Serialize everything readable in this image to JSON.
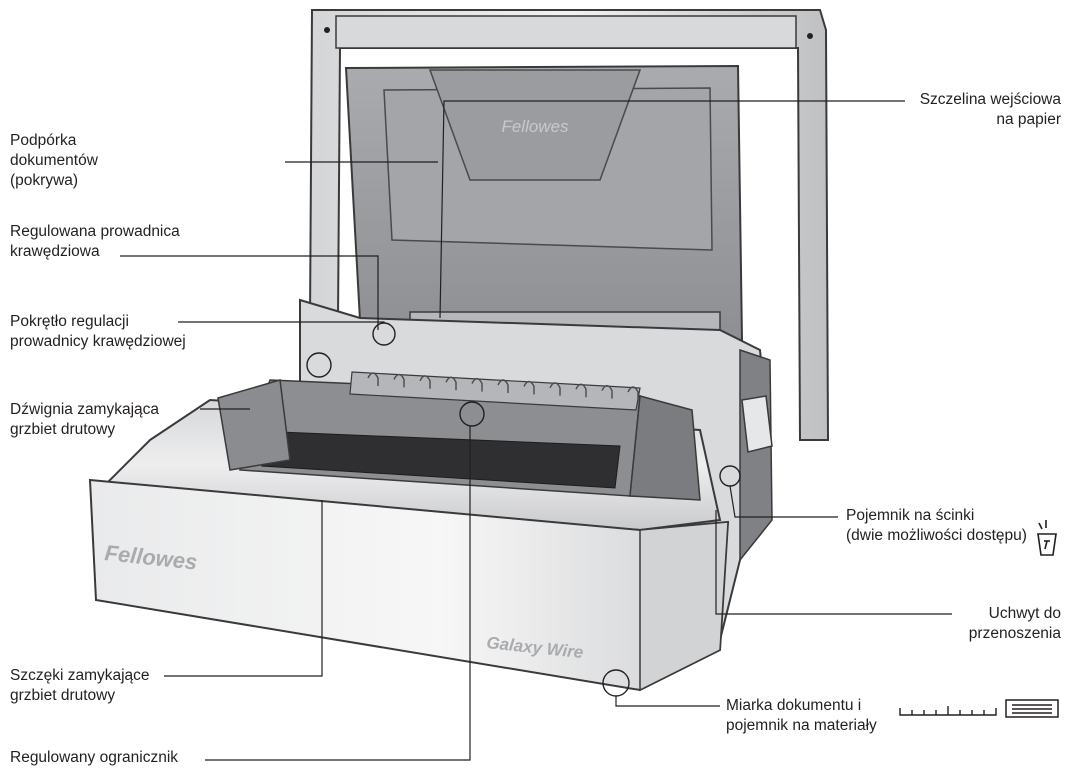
{
  "brand": {
    "logo_lid": "Fellowes",
    "logo_front": "Fellowes",
    "model": "Galaxy Wire"
  },
  "labels": {
    "document_support": [
      "Podpórka",
      "dokumentów",
      "(pokrywa)"
    ],
    "edge_guide": [
      "Regulowana prowadnica",
      "krawędziowa"
    ],
    "edge_guide_knob": [
      "Pokrętło regulacji",
      "prowadnicy krawędziowej"
    ],
    "wire_closer_lever": [
      "Dźwignia zamykająca",
      "grzbiet drutowy"
    ],
    "wire_closer_jaws": [
      "Szczęki zamykające",
      "grzbiet drutowy"
    ],
    "adjustable_stop": [
      "Regulowany ogranicznik"
    ],
    "paper_entry_slot": [
      "Szczelina wejściowa",
      "na papier"
    ],
    "waste_bin": [
      "Pojemnik na ścinki",
      "(dwie możliwości dostępu)"
    ],
    "carry_handle": [
      "Uchwyt do",
      "przenoszenia"
    ],
    "document_gauge": [
      "Miarka dokumentu i",
      "pojemnik na materiały"
    ]
  },
  "icons": {
    "waste_bin": "waste-bin-icon",
    "ruler": "ruler-icon",
    "supplies": "supplies-tray-icon"
  },
  "colors": {
    "line": "#231f20",
    "body_light": "#e3e4e6",
    "body_mid": "#b9bbbe",
    "body_dark": "#6e7073",
    "slot_dark": "#2a2a2c"
  }
}
